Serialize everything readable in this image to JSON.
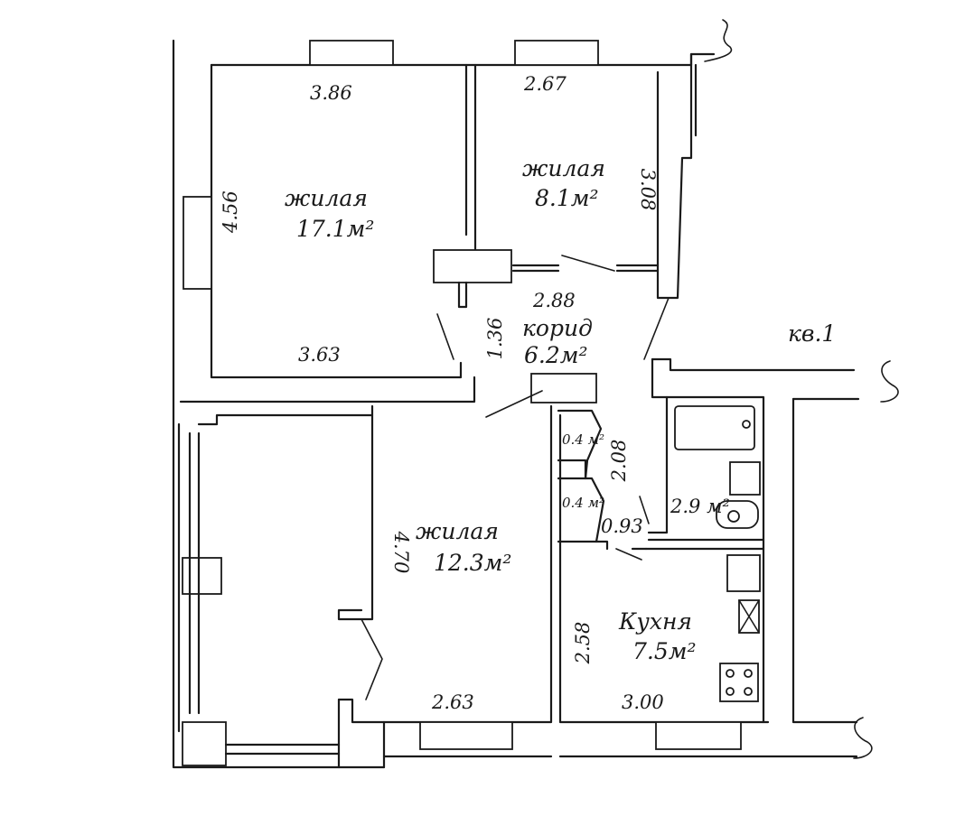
{
  "apartment": {
    "label": "кв.1"
  },
  "rooms": [
    {
      "id": "living1",
      "name": "жилая",
      "area": "17.1м²",
      "dims": [
        "3.86",
        "4.56",
        "3.63"
      ]
    },
    {
      "id": "living2",
      "name": "жилая",
      "area": "8.1м²",
      "dims": [
        "2.67",
        "3.08"
      ]
    },
    {
      "id": "corridor",
      "name": "корид",
      "area": "6.2м²",
      "dims": [
        "2.88",
        "1.36"
      ]
    },
    {
      "id": "living3",
      "name": "жилая",
      "area": "12.3м²",
      "dims": [
        "4.70",
        "2.63"
      ]
    },
    {
      "id": "kitchen",
      "name": "Кухня",
      "area": "7.5м²",
      "dims": [
        "2.58",
        "3.00"
      ]
    },
    {
      "id": "bath",
      "area": "2.9 м²"
    },
    {
      "id": "closet1",
      "area": "0.4 м²"
    },
    {
      "id": "closet2",
      "area": "0.4 м²"
    }
  ],
  "extra_dims": [
    "2.08",
    "0.93"
  ],
  "break_marks": [
    "S",
    "S",
    "S"
  ]
}
